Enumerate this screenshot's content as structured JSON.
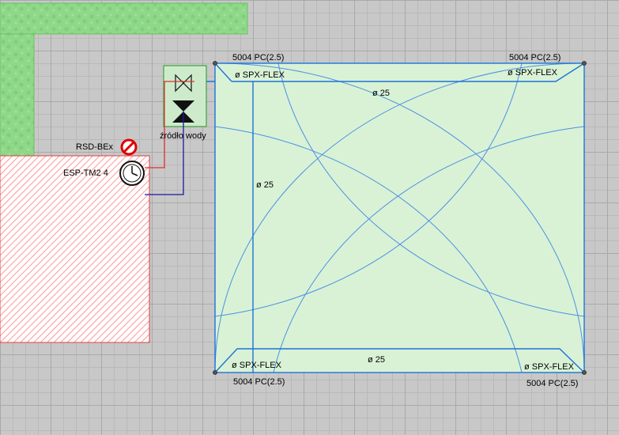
{
  "zones": {
    "lawn_area": {
      "fill_color": "#d7f0d4",
      "border_color": "#2e7d32"
    },
    "hedge": {
      "fill_color": "#8fd88a"
    },
    "building": {
      "fill_color": "#ffffff",
      "hatch_color": "#ff6b6b"
    }
  },
  "sprinklers": {
    "nozzle_top_left": "5004 PC(2.5)",
    "nozzle_top_right": "5004 PC(2.5)",
    "nozzle_bottom_left": "5004 PC(2.5)",
    "nozzle_bottom_right": "5004 PC(2.5)",
    "pipe_top_left": "ø SPX-FLEX",
    "pipe_top_right": "ø SPX-FLEX",
    "pipe_bottom_left": "ø SPX-FLEX",
    "pipe_bottom_right": "ø SPX-FLEX"
  },
  "pipes": {
    "main_top": "ø 25",
    "main_left": "ø 25",
    "main_bottom": "ø 25",
    "pipe_color": "#1e73d8",
    "arc_color": "#3a8ee6"
  },
  "equipment": {
    "water_source": "źródło wody",
    "controller": "ESP-TM2 4",
    "rain_sensor": "RSD-BEx",
    "wire_color": "#e03030",
    "supply_color": "#1a1aa0"
  }
}
